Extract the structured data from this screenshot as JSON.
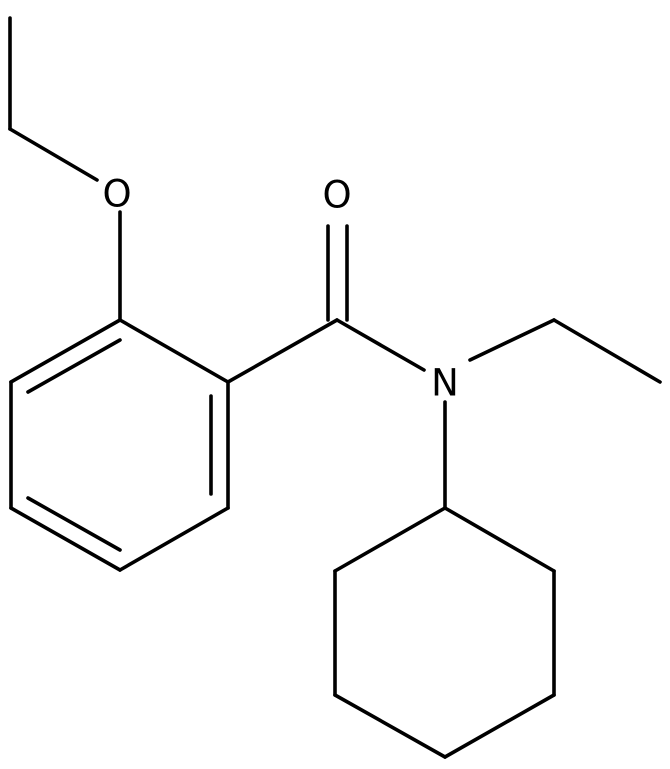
{
  "molecule": {
    "atoms": {
      "oxygen_ether": "O",
      "oxygen_carbonyl": "O",
      "nitrogen": "N"
    },
    "colors": {
      "line": "#000000",
      "background": "#ffffff"
    }
  }
}
